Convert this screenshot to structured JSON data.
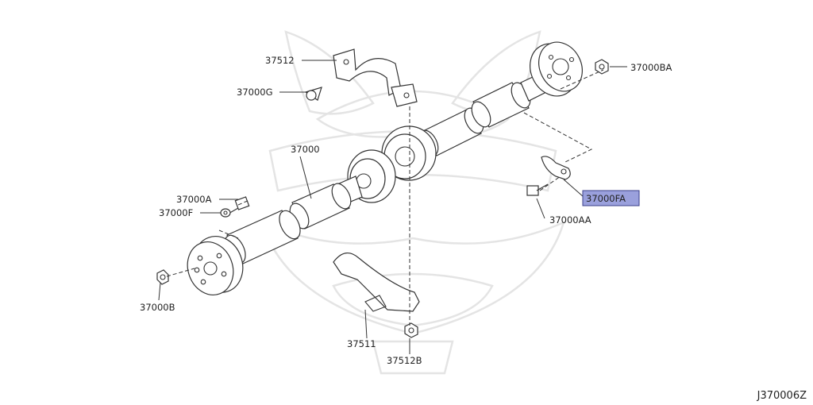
{
  "labels": {
    "l_37512": "37512",
    "l_37000G": "37000G",
    "l_37000": "37000",
    "l_37000A": "37000A",
    "l_37000F": "37000F",
    "l_37000B": "37000B",
    "l_37511": "37511",
    "l_37512B": "37512B",
    "l_37000BA": "37000BA",
    "l_37000FA": "37000FA",
    "l_37000AA": "37000AA"
  },
  "highlighted_part": "37000FA",
  "diagram_code": "J370006Z",
  "colors": {
    "highlight_fill": "#9aa0dc",
    "highlight_stroke": "#3b3f8a",
    "line": "#333333",
    "watermark": "#e4e4e4"
  }
}
